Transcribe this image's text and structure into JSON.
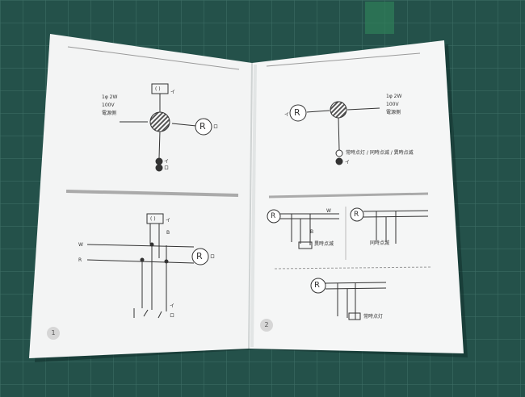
{
  "colors": {
    "mat": "#24514a",
    "grid_line": "#3f7168",
    "page": "#f4f5f5",
    "line": "#333333"
  },
  "left_page": {
    "page_number": "1",
    "top_diagram": {
      "spec_line1": "1φ 2W",
      "spec_line2": "100V",
      "spec_line3": "電源側",
      "switch_box_label": "( )",
      "switch_tag": "イ",
      "lamp_symbol": "R",
      "lamp_tag": "ロ",
      "outlet_tag_i": "イ",
      "outlet_tag_ro": "ロ"
    },
    "bottom_diagram": {
      "switch_box_label": "( )",
      "switch_tag": "イ",
      "wire_w": "W",
      "wire_r": "R",
      "wire_b": "B",
      "lamp_symbol": "R",
      "lamp_tag": "ロ",
      "outlet_tag_i": "イ",
      "outlet_tag_ro": "ロ"
    }
  },
  "right_page": {
    "page_number": "2",
    "top_diagram": {
      "spec_line1": "1φ 2W",
      "spec_line2": "100V",
      "spec_line3": "電源側",
      "lamp_symbol": "R",
      "lamp_tag": "イ",
      "caption": "常時点灯 / 同時点滅 / 異時点滅",
      "outlet_tag": "イ"
    },
    "variant_left_caption": "異時点滅",
    "variant_right_caption": "同時点滅",
    "variant_bottom_caption": "常時点灯",
    "lamp_symbol": "R",
    "wire_w": "W",
    "wire_b": "B"
  }
}
